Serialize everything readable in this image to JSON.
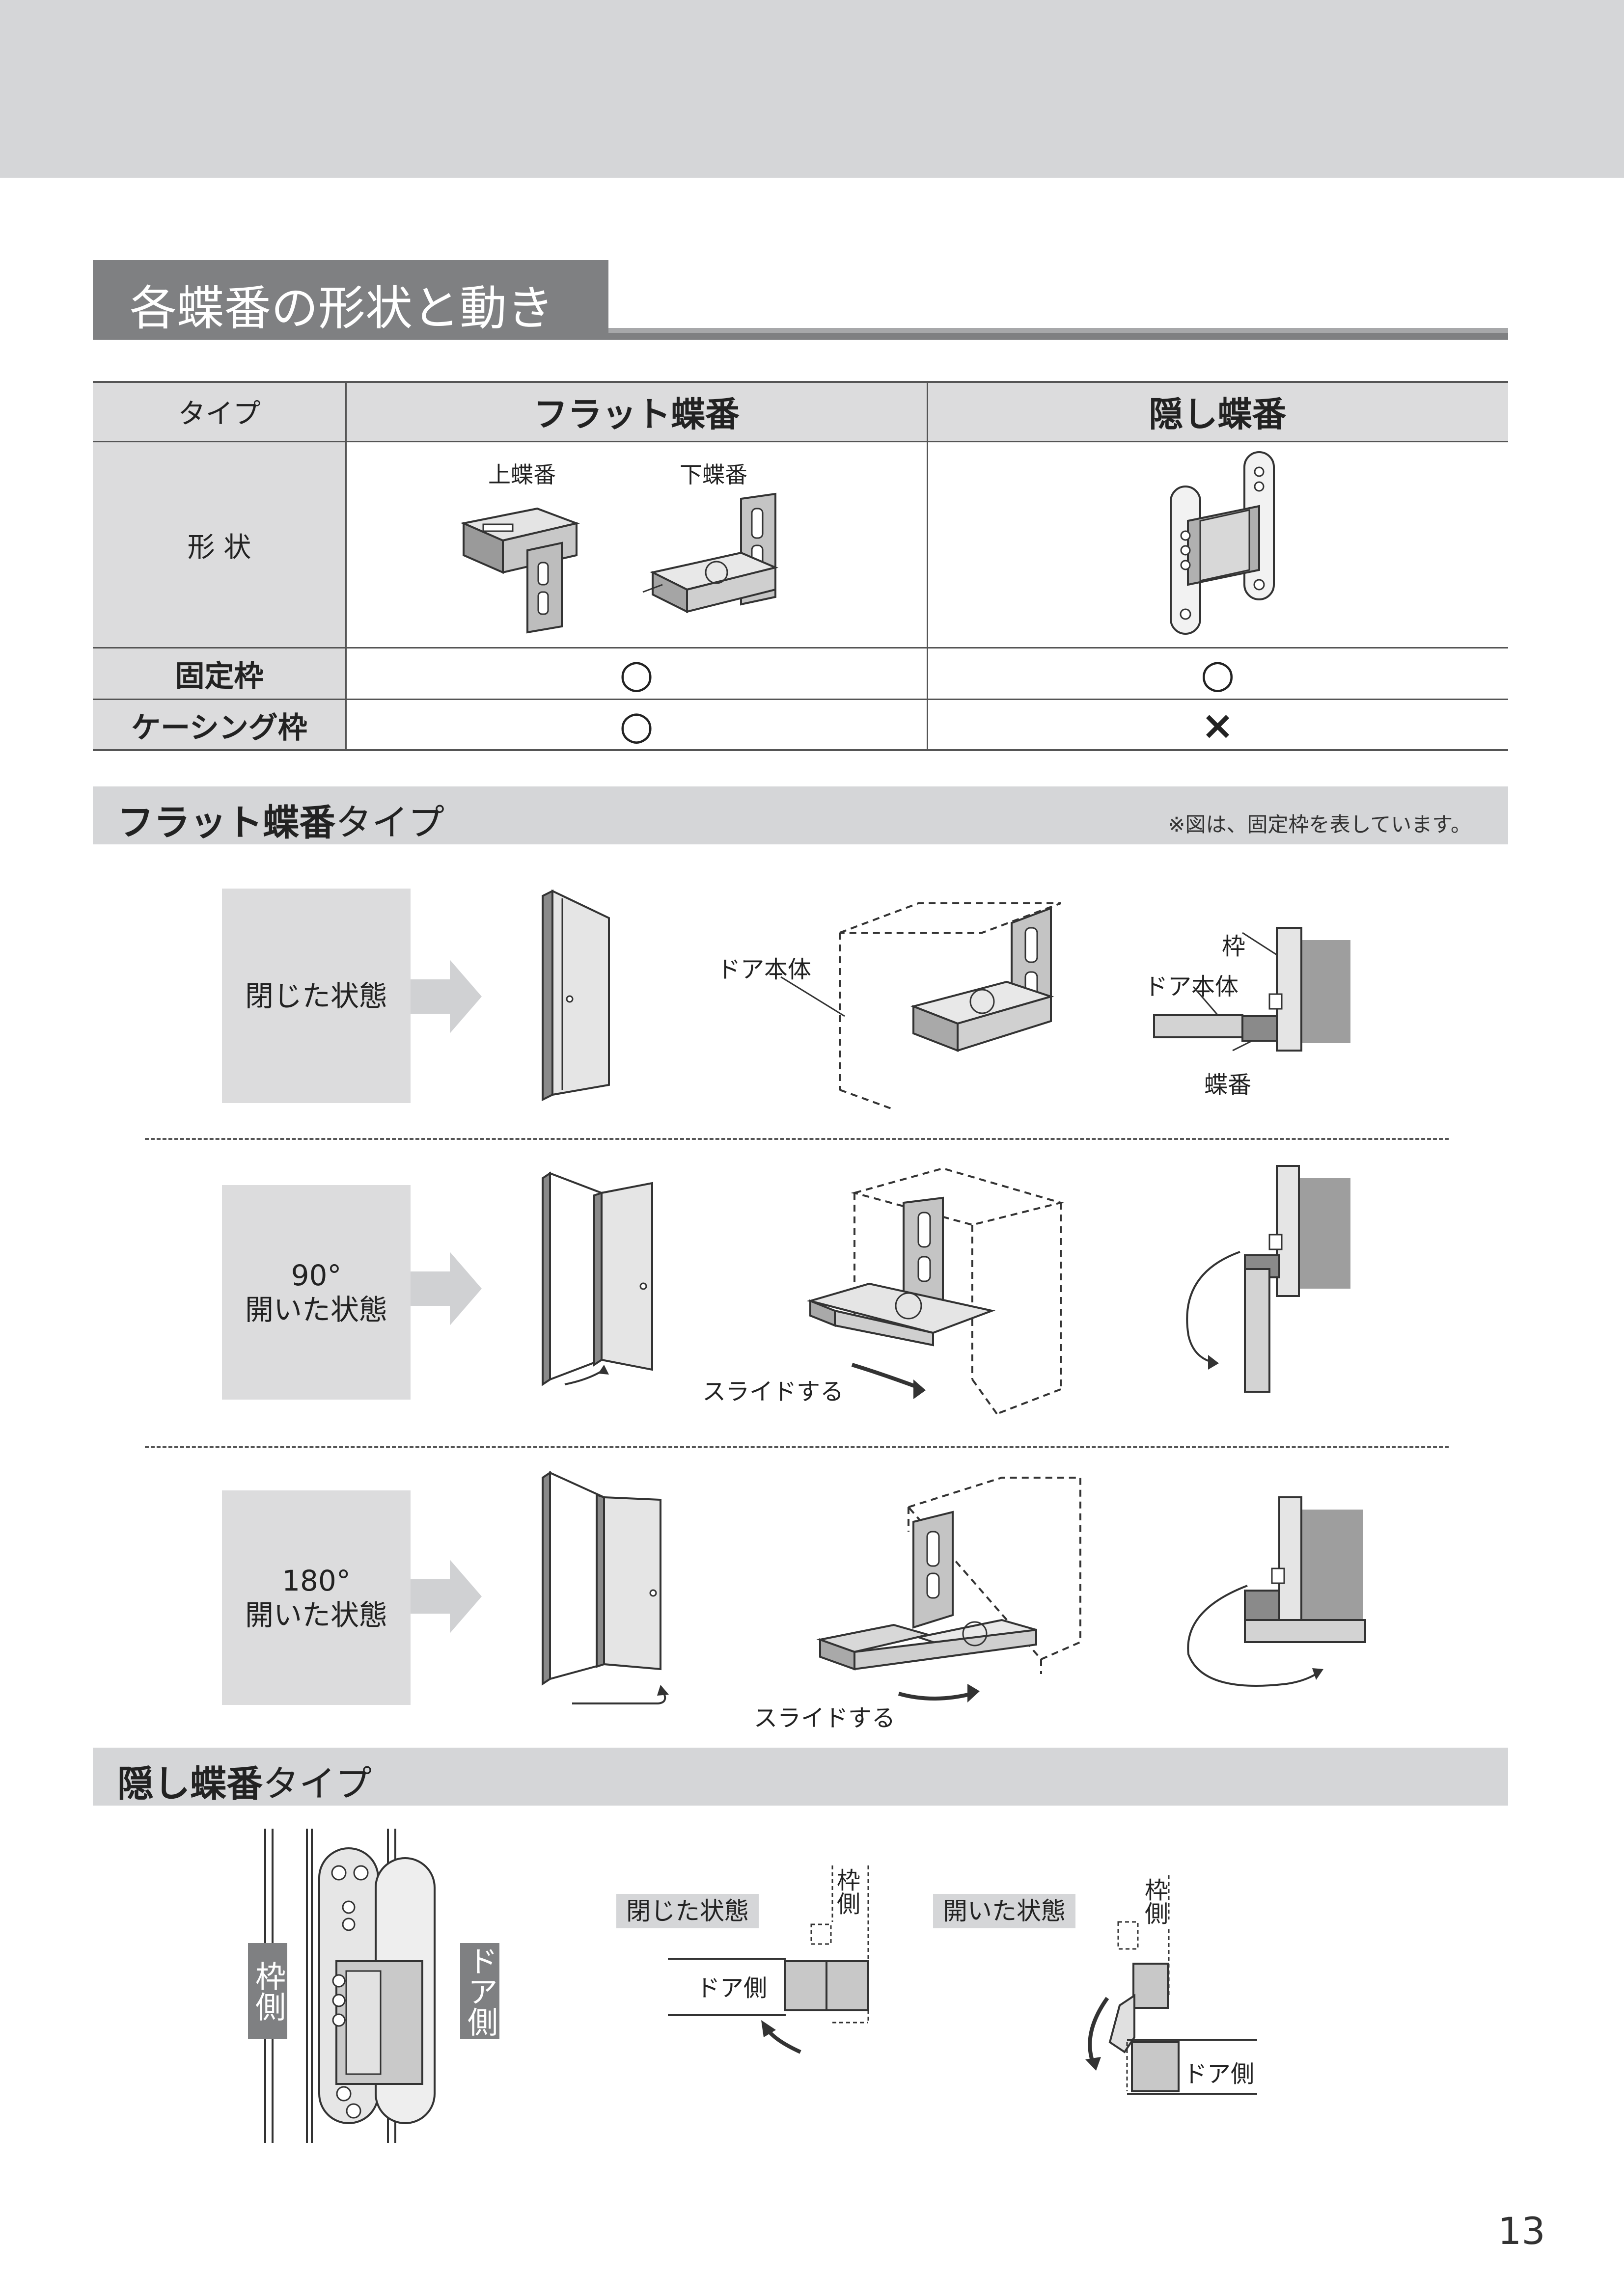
{
  "page": {
    "title": "各蝶番の形状と動き",
    "page_number": "13"
  },
  "comparison_table": {
    "header_type": "タイプ",
    "header_flat": "フラット蝶番",
    "header_hidden": "隠し蝶番",
    "row_shape_label": "形 状",
    "upper_hinge_label": "上蝶番",
    "lower_hinge_label": "下蝶番",
    "rows": [
      {
        "label": "固定枠",
        "flat": "○",
        "hidden": "○"
      },
      {
        "label": "ケーシング枠",
        "flat": "○",
        "hidden": "×"
      }
    ]
  },
  "flat_section": {
    "title_bold": "フラット蝶番",
    "title_rest": "タイプ",
    "note": "※図は、固定枠を表しています。",
    "states": [
      {
        "label_line1": "閉じた状態",
        "label_line2": ""
      },
      {
        "label_line1": "90°",
        "label_line2": "開いた状態"
      },
      {
        "label_line1": "180°",
        "label_line2": "開いた状態"
      }
    ],
    "labels": {
      "door_body": "ドア本体",
      "frame": "枠",
      "door_body_2": "ドア本体",
      "hinge": "蝶番",
      "slide_1": "スライドする",
      "slide_2": "スライドする"
    }
  },
  "hidden_section": {
    "title_bold": "隠し蝶番",
    "title_rest": "タイプ",
    "frame_side": "枠側",
    "door_side": "ドア側",
    "closed_label": "閉じた状態",
    "open_label": "開いた状態",
    "closed_frame_side": "枠側",
    "closed_door_side": "ドア側",
    "open_frame_side": "枠側",
    "open_door_side": "ドア側"
  }
}
